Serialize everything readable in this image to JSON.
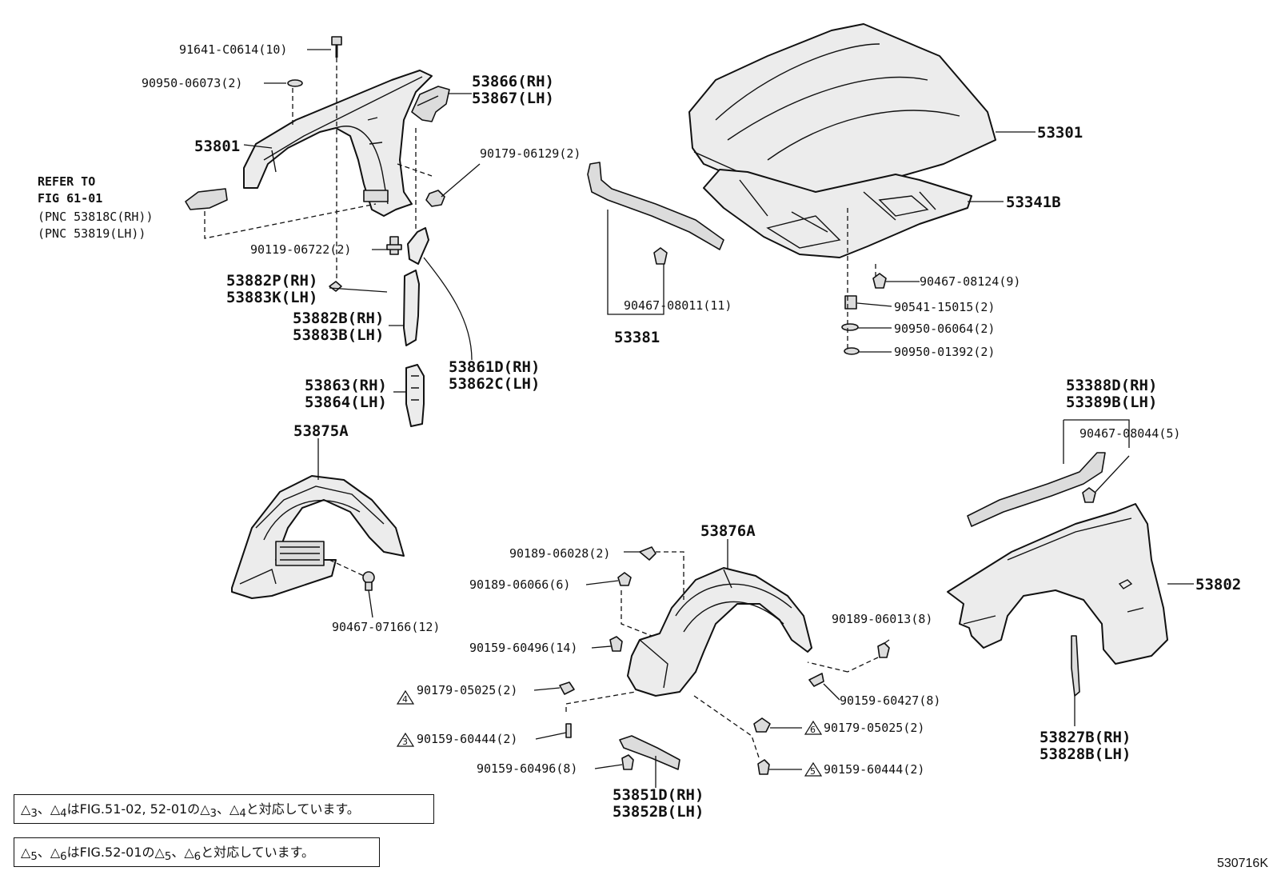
{
  "labels": {
    "p91641": "91641-C0614(10)",
    "p90950a": "90950-06073(2)",
    "p53866": "53866(RH)",
    "p53867": "53867(LH)",
    "p53801": "53801",
    "p90179a": "90179-06129(2)",
    "refer1": "REFER TO",
    "refer2": "FIG 61-01",
    "refer3": "(PNC 53818C(RH))",
    "refer4": "(PNC 53819(LH))",
    "p90119": "90119-06722(2)",
    "p53882p": "53882P(RH)",
    "p53883k": "53883K(LH)",
    "p53882b": "53882B(RH)",
    "p53883b": "53883B(LH)",
    "p53861d": "53861D(RH)",
    "p53862c": "53862C(LH)",
    "p53863": "53863(RH)",
    "p53864": "53864(LH)",
    "p53875a": "53875A",
    "p90467a": "90467-07166(12)",
    "p53301": "53301",
    "p53341b": "53341B",
    "p90467b": "90467-08124(9)",
    "p90541": "90541-15015(2)",
    "p90950b": "90950-06064(2)",
    "p90950c": "90950-01392(2)",
    "p90467c": "90467-08011(11)",
    "p53381": "53381",
    "p53388d": "53388D(RH)",
    "p53389b": "53389B(LH)",
    "p90467d": "90467-08044(5)",
    "p53802": "53802",
    "p53827b": "53827B(RH)",
    "p53828b": "53828B(LH)",
    "p53876a": "53876A",
    "p90189a": "90189-06028(2)",
    "p90189b": "90189-06066(6)",
    "p90159a": "90159-60496(14)",
    "p90179b": "90179-05025(2)",
    "p90159b": "90159-60444(2)",
    "p90159c": "90159-60496(8)",
    "p53851d": "53851D(RH)",
    "p53852b": "53852B(LH)",
    "p90189c": "90189-06013(8)",
    "p90159d": "90159-60427(8)",
    "p90179c": "90179-05025(2)",
    "p90159e": "90159-60444(2)"
  },
  "triangles": {
    "t3": "3",
    "t4": "4",
    "t5": "5",
    "t6": "6"
  },
  "notes": {
    "note1": "はFIG.51-02, 52-01の",
    "note1_end": "と対応しています。",
    "note2": "はFIG.52-01の",
    "note2_end": "と対応しています。",
    "sep": "、"
  },
  "figure_code": "530716K"
}
